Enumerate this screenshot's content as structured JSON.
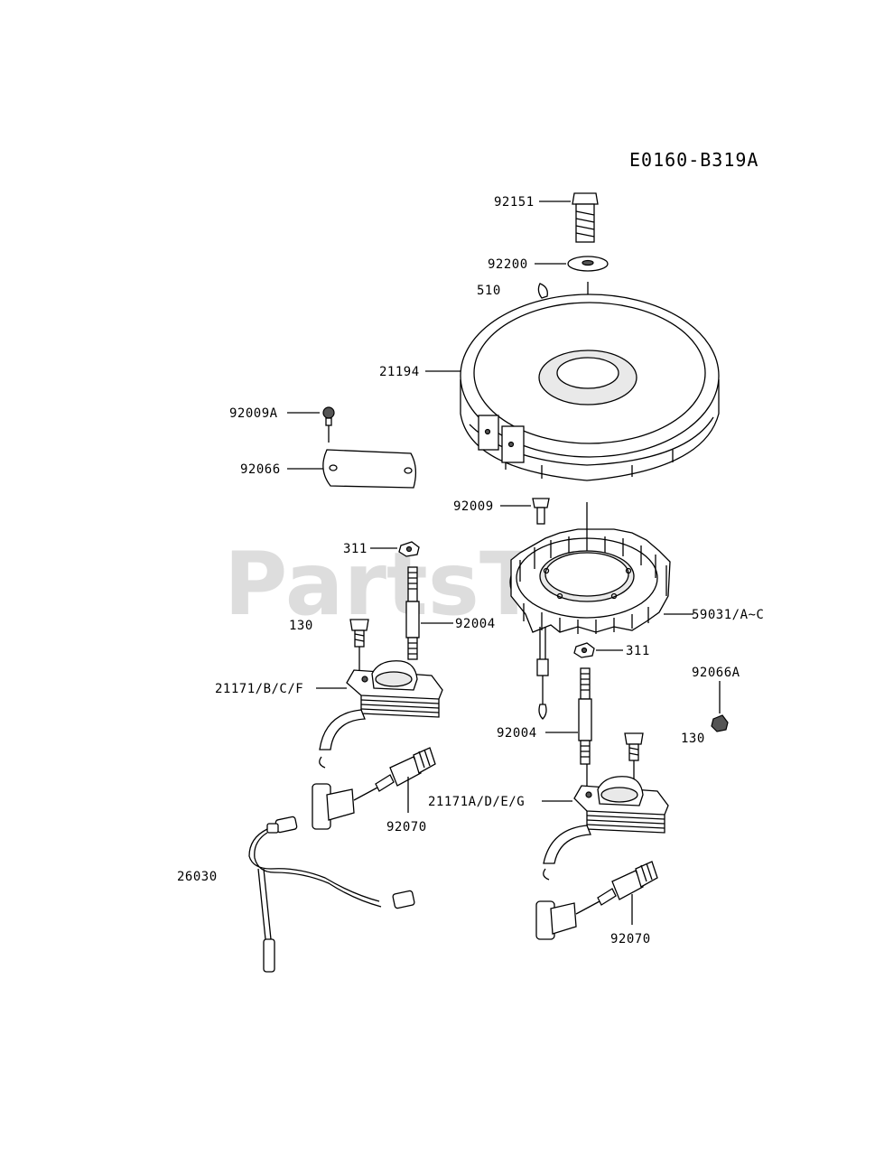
{
  "diagram_code": "E0160-B319A",
  "watermark": "PartsTee",
  "labels": {
    "p92151": "92151",
    "p92200": "92200",
    "p510": "510",
    "p21194": "21194",
    "p92009A": "92009A",
    "p92066": "92066",
    "p92009": "92009",
    "p311_a": "311",
    "p130_a": "130",
    "p92004_a": "92004",
    "p59031": "59031/A~C",
    "p311_b": "311",
    "p92066A": "92066A",
    "p21171_bcf": "21171/B/C/F",
    "p130_b": "130",
    "p92004_b": "92004",
    "p21171_adeg": "21171A/D/E/G",
    "p92070_a": "92070",
    "p26030": "26030",
    "p92070_b": "92070"
  }
}
